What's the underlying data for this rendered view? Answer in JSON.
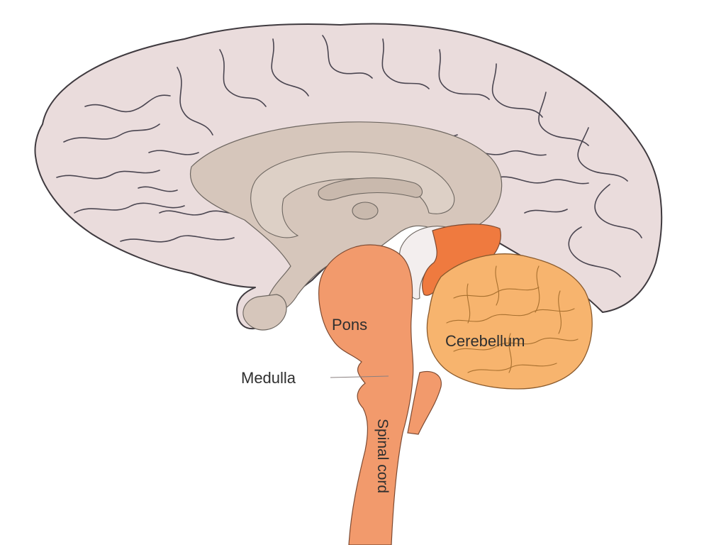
{
  "diagram": {
    "labels": {
      "pons": "Pons",
      "cerebellum": "Cerebellum",
      "medulla": "Medulla",
      "spinal_cord": "Spinal cord"
    },
    "colors": {
      "cortex": "#eadcdc",
      "inner_brain": "#d6c6bb",
      "brainstem": "#f29a6c",
      "midbrain": "#ef7a3f",
      "cerebellum": "#f7b46e"
    }
  }
}
